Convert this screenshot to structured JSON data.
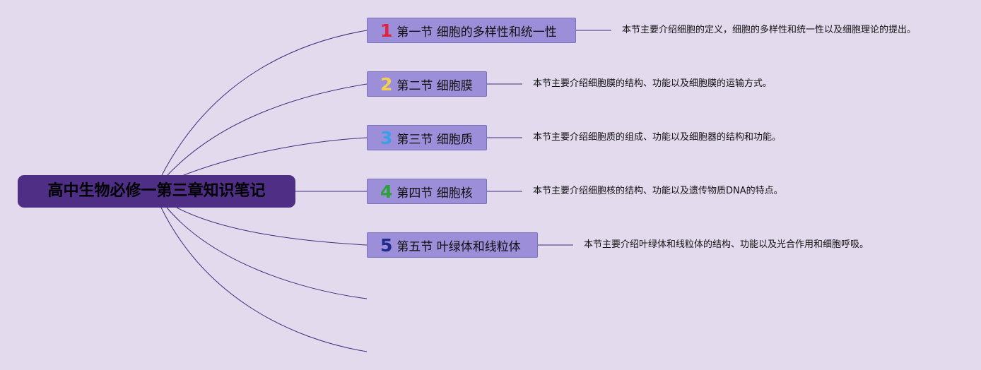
{
  "root": {
    "title": "高中生物必修一第三章知识笔记"
  },
  "topics": [
    {
      "number": "1",
      "title": "第一节 细胞的多样性和统一性",
      "note": "本节主要介绍细胞的定义，细胞的多样性和统一性以及细胞理论的提出。",
      "badge_color": "#e0243f"
    },
    {
      "number": "2",
      "title": "第二节 细胞膜",
      "note": "本节主要介绍细胞膜的结构、功能以及细胞膜的运输方式。",
      "badge_color": "#f3cf4f"
    },
    {
      "number": "3",
      "title": "第三节 细胞质",
      "note": "本节主要介绍细胞质的组成、功能以及细胞器的结构和功能。",
      "badge_color": "#3d9ee8"
    },
    {
      "number": "4",
      "title": "第四节 细胞核",
      "note": "本节主要介绍细胞核的结构、功能以及遗传物质DNA的特点。",
      "badge_color": "#2ea23a"
    },
    {
      "number": "5",
      "title": "第五节 叶绿体和线粒体",
      "note": "本节主要介绍叶绿体和线粒体的结构、功能以及光合作用和细胞呼吸。",
      "badge_color": "#1f2a8a"
    }
  ],
  "colors": {
    "background": "#e3daee",
    "root_fill": "#4f2f86",
    "topic_fill": "#9c8ed8",
    "connector": "#3b2f7a"
  }
}
